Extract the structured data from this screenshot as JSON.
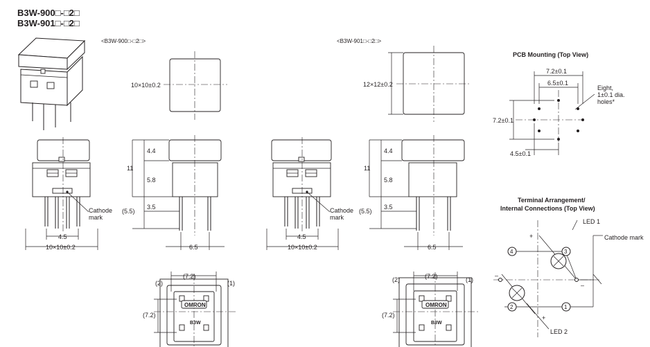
{
  "titles": {
    "model_1": "B3W-900□-□2□",
    "model_2": "B3W-901□-□2□"
  },
  "captions": {
    "left_model": "<B3W-900□-□2□>",
    "right_model": "<B3W-901□-□2□>"
  },
  "dims_left": {
    "square": "10×10±0.2",
    "h1": "4.4",
    "h2": "5.8",
    "h3": "3.5",
    "total": "11",
    "lead": "(5.5)",
    "pitch": "4.5",
    "width": "10×10±0.2",
    "depth": "6.5"
  },
  "dims_right": {
    "square": "12×12±0.2",
    "h1": "4.4",
    "h2": "5.8",
    "h3": "3.5",
    "total": "11",
    "lead": "(5.5)",
    "pitch": "4.5",
    "width": "10×10±0.2",
    "depth": "6.5"
  },
  "cathode_mark": {
    "line1": "Cathode",
    "line2": "mark"
  },
  "bottom_view": {
    "pitch_x": "(7.2)",
    "pitch_y": "(7.2)",
    "pin_1": "(1)",
    "pin_2": "(2)",
    "brand": "OMRON",
    "model": "B3W"
  },
  "pcb": {
    "title": "PCB Mounting (Top View)",
    "pitch": "7.2±0.1",
    "pitch_inner": "6.5±0.1",
    "pitch_y": "7.2±0.1",
    "offset": "4.5±0.1",
    "holes_1": "Eight,",
    "holes_2": "1±0.1 dia.",
    "holes_3": "holes*"
  },
  "terminal": {
    "title_1": "Terminal Arrangement/",
    "title_2": "Internal Connections (Top View)",
    "led1": "LED 1",
    "led2": "LED 2",
    "cathode": "Cathode mark",
    "n1": "1",
    "n2": "2",
    "n3": "3",
    "n4": "4",
    "plus": "+",
    "minus": "–"
  }
}
